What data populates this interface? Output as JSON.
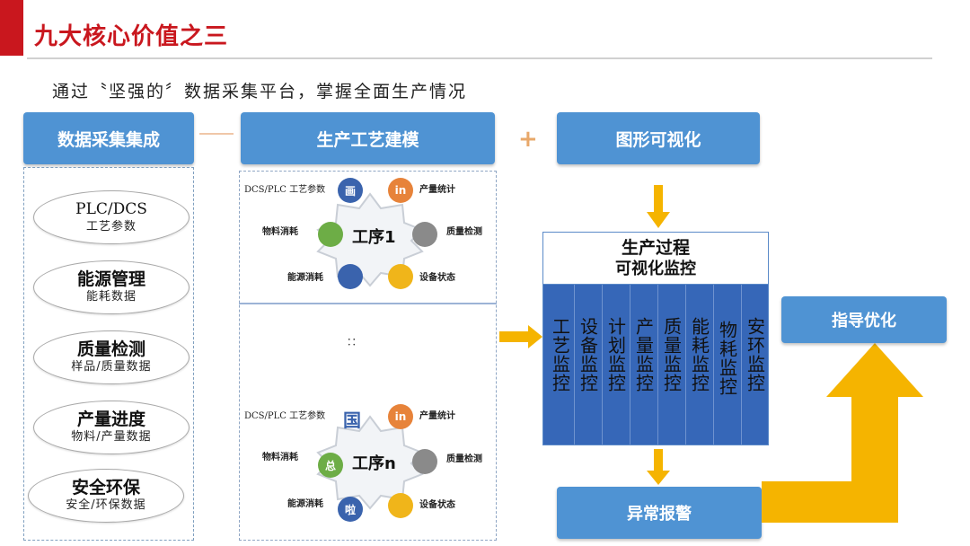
{
  "header": {
    "title": "九大核心价值之三",
    "subtitle": "通过〝坚强的〞数据采集平台，掌握全面生产情况"
  },
  "columns": {
    "collect": "数据采集集成",
    "model": "生产工艺建模",
    "visual": "图形可视化",
    "plus": "+"
  },
  "sources": [
    {
      "name": "PLC/DCS",
      "detail": "工艺参数"
    },
    {
      "name": "能源管理",
      "detail": "能耗数据"
    },
    {
      "name": "质量检测",
      "detail": "样品/质量数据"
    },
    {
      "name": "产量进度",
      "detail": "物料/产量数据"
    },
    {
      "name": "安全环保",
      "detail": "安全/环保数据"
    }
  ],
  "process1": {
    "center": "工序1",
    "dcs": "DCS/PLC 工艺参数",
    "output": "产量统计",
    "material": "物料消耗",
    "quality": "质量检测",
    "energy": "能源消耗",
    "equipment": "设备状态",
    "icon_a": "画",
    "icon_b": "in"
  },
  "ellipsis": "：：",
  "processN": {
    "center": "工序n",
    "dcs": "DCS/PLC 工艺参数",
    "output": "产量统计",
    "material": "物料消耗",
    "quality": "质量检测",
    "energy": "能源消耗",
    "equipment": "设备状态",
    "icon_a": "国",
    "icon_b": "in",
    "icon_c": "总",
    "icon_d": "啦"
  },
  "monitor": {
    "title": "生产过程",
    "subtitle": "可视化监控",
    "items": [
      "工艺监控",
      "设备监控",
      "计划监控",
      "产量监控",
      "质量监控",
      "能耗监控",
      "物耗监控",
      "安环监控"
    ]
  },
  "outputs": {
    "alarm": "异常报警",
    "guide": "指导优化"
  },
  "colors": {
    "brand_red": "#c9171e",
    "box_blue": "#4f93d3",
    "panel_blue": "#3667b8",
    "arrow_yellow": "#f5b400"
  }
}
